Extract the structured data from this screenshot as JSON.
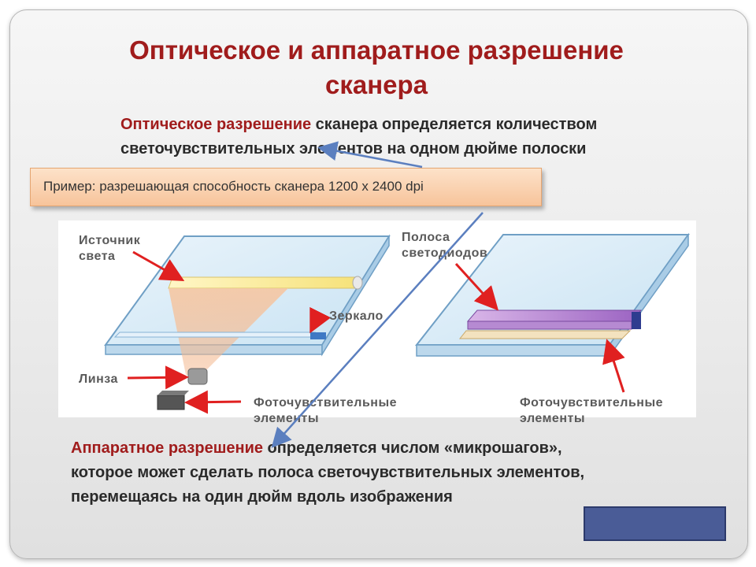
{
  "title": {
    "line1": "Оптическое и аппаратное разрешение",
    "line2": "сканера"
  },
  "optical": {
    "highlight": "Оптическое разрешение",
    "line1_rest": " сканера определяется количеством",
    "line2": "светочувствительных элементов на одном дюйме полоски"
  },
  "example": {
    "text": "Пример: разрешающая способность сканера 1200 х 2400 dpi"
  },
  "diagram": {
    "left": {
      "light_source": [
        "Источник",
        "света"
      ],
      "mirror": "Зеркало",
      "lens": "Линза",
      "photo_elements": [
        "Фоточувствительные",
        "элементы"
      ]
    },
    "right": {
      "led_strip": [
        "Полоса",
        "светодиодов"
      ],
      "photo_elements": [
        "Фоточувствительные",
        "элементы"
      ]
    }
  },
  "hardware": {
    "highlight": "Аппаратное разрешение",
    "line1_rest": " определяется числом «микрошагов»,",
    "line2": "которое может сделать полоса светочувствительных элементов,",
    "line3": "перемещаясь на один дюйм вдоль изображения"
  },
  "colors": {
    "accent_red": "#a01c1c",
    "arrow_blue": "#5b7fbf",
    "callout_red": "#e02020",
    "nav_button": "#4a5c97"
  }
}
